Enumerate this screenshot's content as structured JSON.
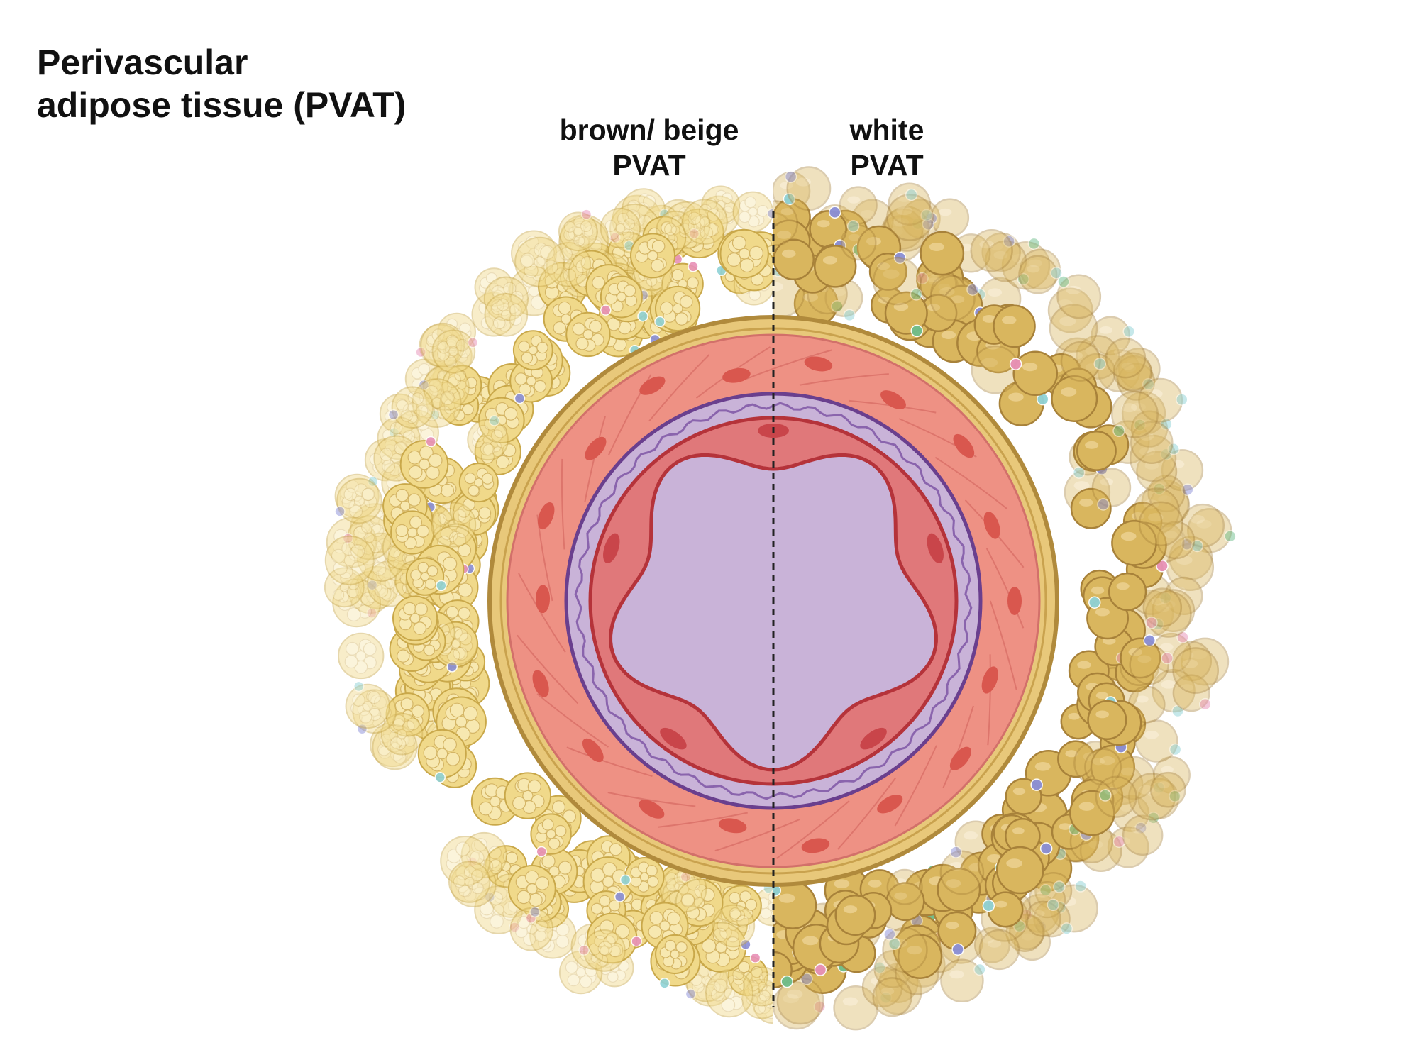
{
  "title": {
    "line1": "Perivascular",
    "line2": "adipose tissue (PVAT)"
  },
  "labels": {
    "brown": {
      "line1": "brown/ beige",
      "line2": "PVAT"
    },
    "white": {
      "line1": "white",
      "line2": "PVAT"
    }
  },
  "colors": {
    "background": "#ffffff",
    "brown_fat_fill": "#f0d98a",
    "brown_fat_outline": "#c9a84a",
    "white_fat_fill": "#d9b65e",
    "white_fat_outline": "#a8823a",
    "adventitia": "#e8c87a",
    "adventitia_outline": "#b08a3c",
    "media": "#ee9184",
    "media_nuclei": "#d9574e",
    "elastic_lamina": "#c9b3d8",
    "lamina_outline": "#6a3f8e",
    "endothelium": "#e0787a",
    "endothelium_outline": "#b5333a",
    "divider": "#222222",
    "immune_blue": "#8a8fd8",
    "immune_pink": "#e891b8",
    "immune_teal": "#8fd2d6",
    "immune_green": "#6fbe8c"
  },
  "icons": [
    "adipocyte-cluster-icon",
    "immune-cell-icon",
    "smooth-muscle-nucleus-icon",
    "endothelial-cell-icon"
  ]
}
